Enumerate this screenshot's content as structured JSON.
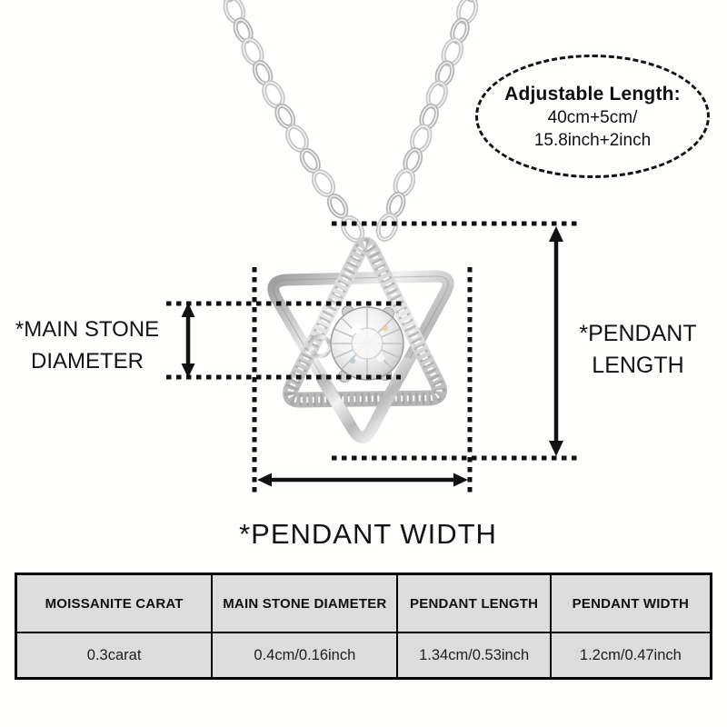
{
  "badge": {
    "title": "Adjustable Length:",
    "line1": "40cm+5cm/",
    "line2": "15.8inch+2inch"
  },
  "annotations": {
    "main_stone_diameter_line1": "*MAIN STONE",
    "main_stone_diameter_line2": "DIAMETER",
    "pendant_length_line1": "*PENDANT",
    "pendant_length_line2": "LENGTH",
    "pendant_width": "*PENDANT WIDTH"
  },
  "spec_table": {
    "headers": [
      "MOISSANITE CARAT",
      "MAIN STONE DIAMETER",
      "PENDANT LENGTH",
      "PENDANT WIDTH"
    ],
    "values": [
      "0.3carat",
      "0.4cm/0.16inch",
      "1.34cm/0.53inch",
      "1.2cm/0.47inch"
    ]
  },
  "colors": {
    "background": "#ffffff",
    "annotation_black": "#141414",
    "table_cell_bg": "#dcdcdc",
    "table_border": "#000000",
    "chain_silver": "#c2c2c2",
    "pendant_silver_light": "#f4f4f4",
    "pendant_silver_dark": "#9a9a9a"
  },
  "icons": {
    "pendant": "star-of-david-pendant",
    "stone": "moissanite-round-stone",
    "chain": "cable-chain"
  }
}
